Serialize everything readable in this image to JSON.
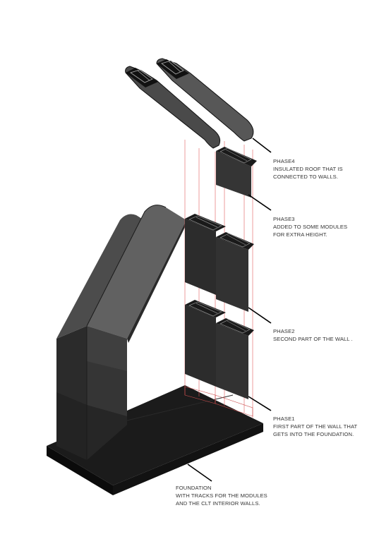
{
  "labels": {
    "phase4": {
      "title": "PHASE4",
      "lines": [
        "INSULATED ROOF THAT IS",
        "CONNECTED TO WALLS."
      ]
    },
    "phase3": {
      "title": "PHASE3",
      "lines": [
        "ADDED TO SOME MODULES",
        "FOR EXTRA HEIGHT."
      ]
    },
    "phase2": {
      "title": "PHASE2",
      "lines": [
        "SECOND PART OF THE WALL ."
      ]
    },
    "phase1": {
      "title": "PHASE1",
      "lines": [
        "FIRST PART OF THE WALL THAT",
        "GETS INTO THE FOUNDATION."
      ]
    },
    "foundation": {
      "title": "FOUNDATION",
      "lines": [
        "WITH TRACKS FOR THE MODULES",
        "AND THE CLT INTERIOR WALLS."
      ]
    }
  },
  "colors": {
    "foundation_top": "#1b1b1b",
    "foundation_side": "#0e0e0e",
    "wall_dark": "#2e2e2e",
    "wall_mid": "#3c3c3c",
    "roof": "#5e5e5e",
    "guide_line": "#e25a5a",
    "leader_line": "#000000",
    "text": "#333333"
  }
}
